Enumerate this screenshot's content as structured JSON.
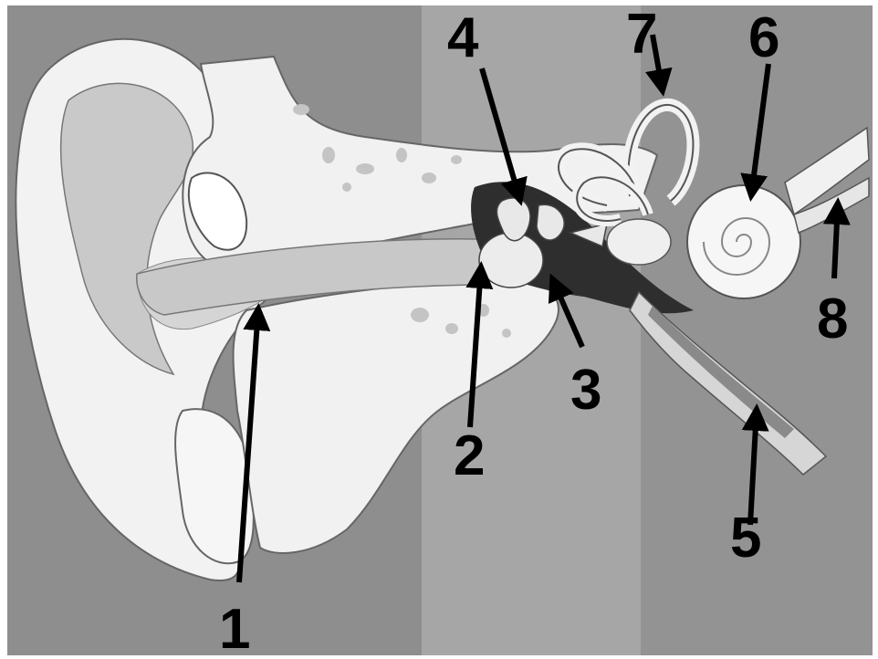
{
  "diagram": {
    "labels": [
      {
        "id": "1",
        "text": "1"
      },
      {
        "id": "2",
        "text": "2"
      },
      {
        "id": "3",
        "text": "3"
      },
      {
        "id": "4",
        "text": "4"
      },
      {
        "id": "5",
        "text": "5"
      },
      {
        "id": "6",
        "text": "6"
      },
      {
        "id": "7",
        "text": "7"
      },
      {
        "id": "8",
        "text": "8"
      }
    ]
  },
  "colors": {
    "background_outer": "#8e8e8e",
    "background_middle": "#a6a6a6",
    "background_right": "#939393",
    "skin": "#f4f4f4",
    "canal": "#c8c8c8",
    "cavity": "#2e2e2e",
    "bone_spot": "#c4c4c4",
    "arrow": "#000000"
  }
}
